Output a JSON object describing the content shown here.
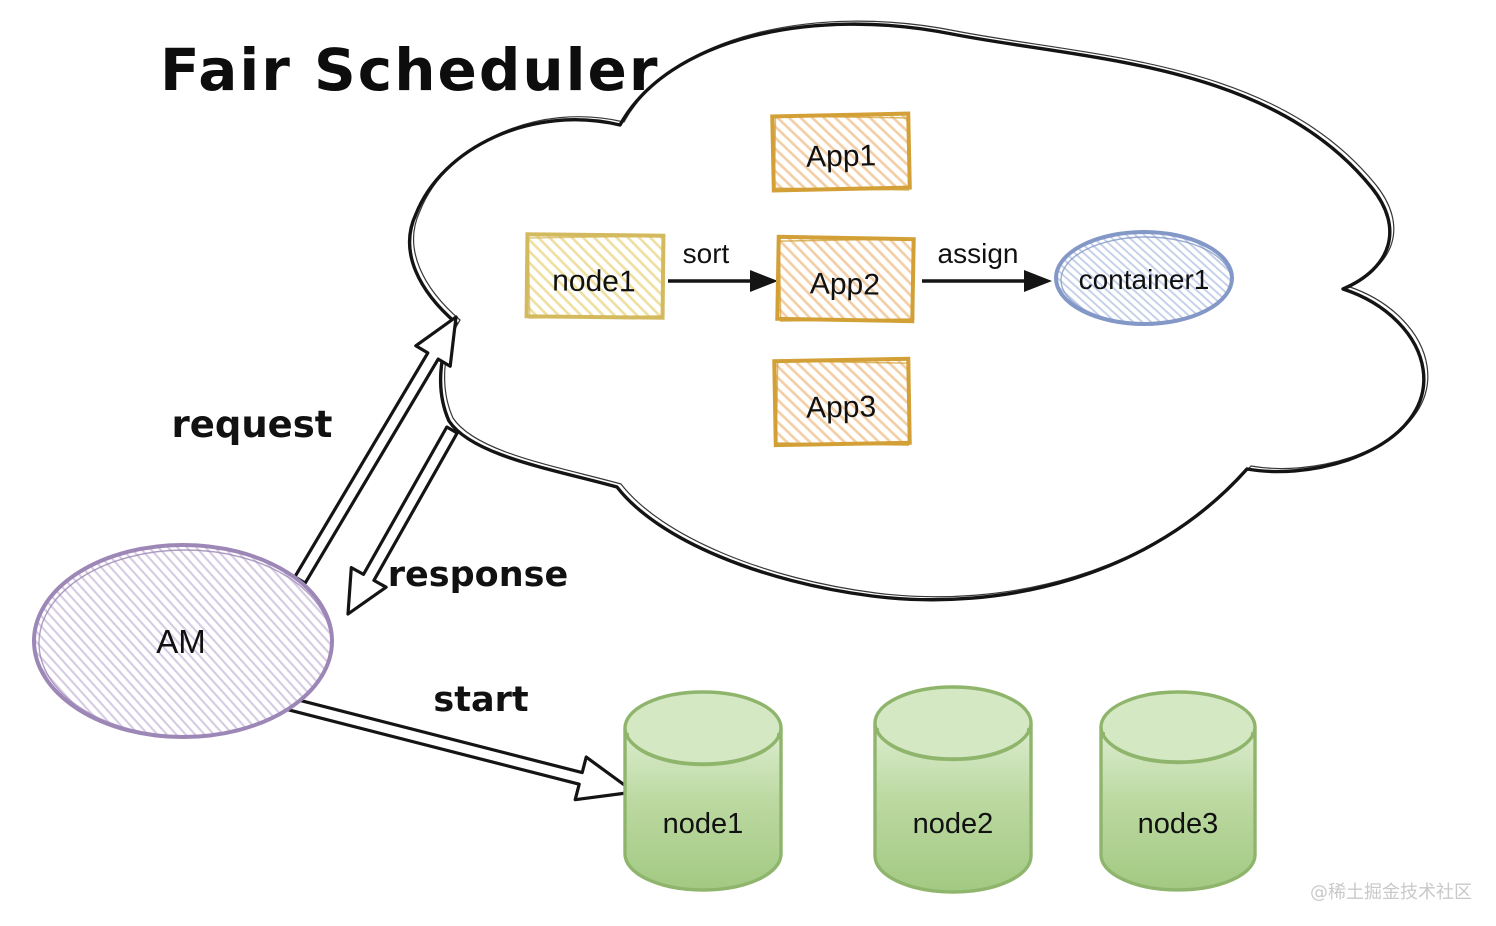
{
  "title": "Fair Scheduler",
  "watermark": "@稀土掘金技术社区",
  "cloud": {
    "apps": [
      {
        "label": "App1"
      },
      {
        "label": "App2"
      },
      {
        "label": "App3"
      }
    ],
    "node_box": {
      "label": "node1"
    },
    "container": {
      "label": "container1"
    },
    "sort_label": "sort",
    "assign_label": "assign"
  },
  "am": {
    "label": "AM"
  },
  "edges": {
    "request_label": "request",
    "response_label": "response",
    "start_label": "start"
  },
  "nodes": [
    {
      "label": "node1"
    },
    {
      "label": "node2"
    },
    {
      "label": "node3"
    }
  ],
  "colors": {
    "ink": "#141414",
    "app_box_border": "#d2a036",
    "app_box_hatch": "#f3cda3",
    "node_box_border": "#d4ba5e",
    "node_box_hatch": "#eedf9f",
    "container_border": "#8398c7",
    "container_hatch": "#c3cfe9",
    "am_border": "#9c87b6",
    "am_hatch": "#d6cbe2",
    "cylinder_border": "#8fb56c",
    "cylinder_fill_top": "#dcedd0",
    "cylinder_fill_bottom": "#a2c982",
    "watermark_gray": "#c9c9c9"
  }
}
